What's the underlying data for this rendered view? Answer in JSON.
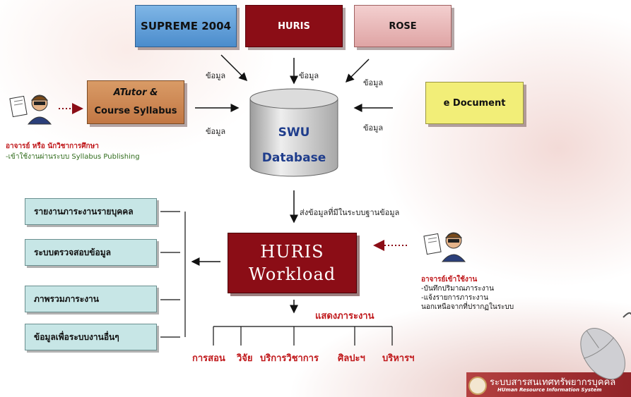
{
  "sources": {
    "supreme": "SUPREME 2004",
    "huris": "HURIS",
    "rose": "ROSE",
    "atutor_line1": "ATutor &",
    "atutor_line2": "Course Syllabus",
    "edoc": "e Document"
  },
  "data_label": "ข้อมูล",
  "database": {
    "line1": "SWU",
    "line2": "Database"
  },
  "transfer_label": "ส่งข้อมูลที่มีในระบบฐานข้อมูล",
  "workload": {
    "line1": "HURIS",
    "line2": "Workload"
  },
  "instructor": {
    "title": "อาจารย์ หรือ นักวิชาการศึกษา",
    "desc": "-เข้าใช้งานผ่านระบบ Syllabus Publishing"
  },
  "lecturer_login": {
    "title": "อาจารย์เข้าใช้งาน",
    "item1": "-บันทึกปริมาณภาระงาน",
    "item2": "-แจ้งรายการภาระงาน",
    "item3": "นอกเหนือจากที่ปรากฏในระบบ"
  },
  "outputs": [
    "รายงานภาระงานรายบุคคล",
    "ระบบตรวจสอบข้อมูล",
    "ภาพรวมภาระงาน",
    "ข้อมูลเพื่อระบบงานอื่นๆ"
  ],
  "show_workload": "แสดงภาระงาน",
  "categories": [
    "การสอน",
    "วิจัย",
    "บริการวิชาการ",
    "ศิลปะฯ",
    "บริหารฯ"
  ],
  "footer": {
    "title": "ระบบสารสนเทศทรัพยากรบุคคล",
    "subtitle": "HUman Resource Information System"
  },
  "colors": {
    "supreme": "#5fa0d8",
    "huris": "#8b0d16",
    "rose": "#e9b8b8",
    "atutor": "#d08a57",
    "edoc": "#f2ee78",
    "database": "#c9c9c9",
    "output": "#c7e6e6",
    "accent_red": "#c0181b"
  }
}
